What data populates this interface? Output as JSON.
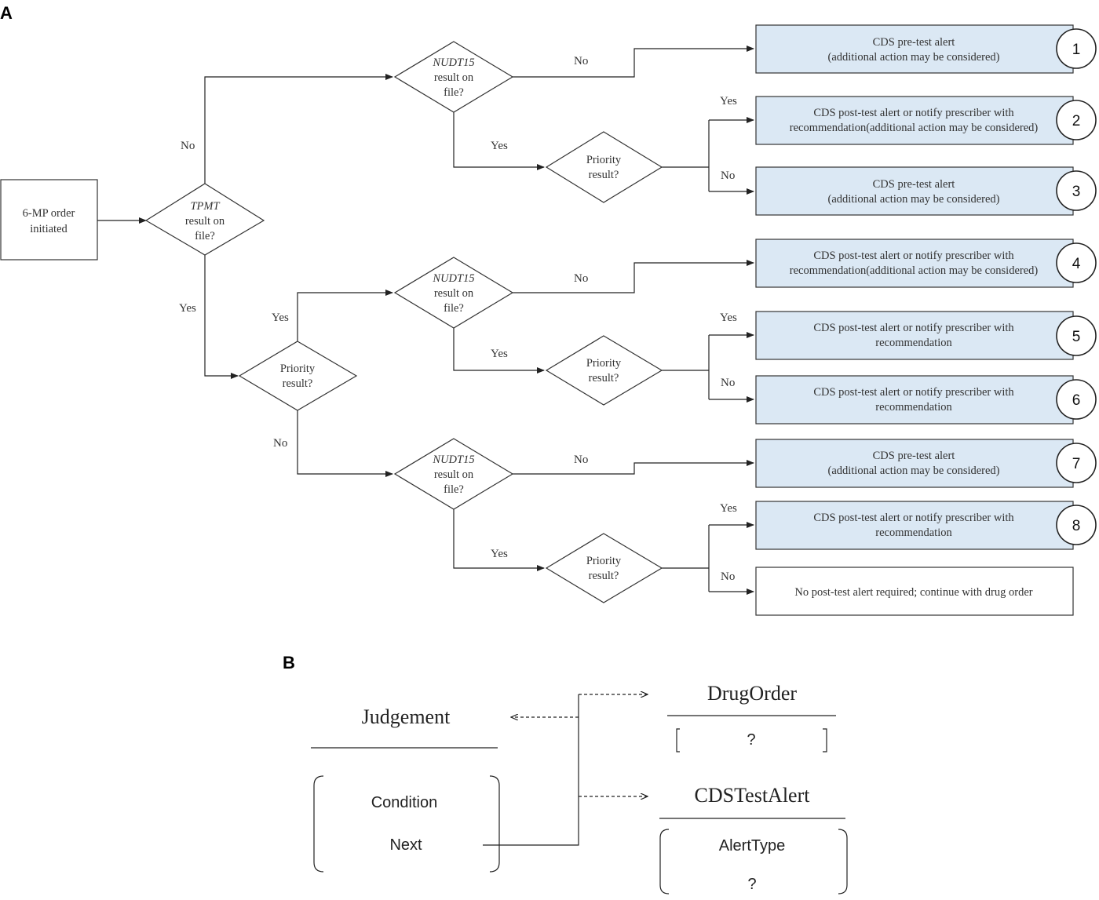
{
  "panel_a": {
    "label": "A",
    "start": {
      "line1": "6-MP order",
      "line2": "initiated"
    },
    "decisions": {
      "tpmt": {
        "italic": "TPMT",
        "line2": "result on",
        "line3": "file?"
      },
      "nudt15_1": {
        "italic": "NUDT15",
        "line2": "result on",
        "line3": "file?"
      },
      "nudt15_2": {
        "italic": "NUDT15",
        "line2": "result on",
        "line3": "file?"
      },
      "nudt15_3": {
        "italic": "NUDT15",
        "line2": "result on",
        "line3": "file?"
      },
      "priority_tpmt": {
        "line1": "Priority",
        "line2": "result?"
      },
      "priority_1": {
        "line1": "Priority",
        "line2": "result?"
      },
      "priority_2": {
        "line1": "Priority",
        "line2": "result?"
      },
      "priority_3": {
        "line1": "Priority",
        "line2": "result?"
      }
    },
    "edge_labels": {
      "tpmt_no": "No",
      "tpmt_yes": "Yes",
      "n1_no": "No",
      "n1_yes": "Yes",
      "p1_yes": "Yes",
      "p1_no": "No",
      "pt_yes": "Yes",
      "pt_no": "No",
      "n2_no": "No",
      "n2_yes": "Yes",
      "p2_yes": "Yes",
      "p2_no": "No",
      "n3_no": "No",
      "n3_yes": "Yes",
      "p3_yes": "Yes",
      "p3_no": "No"
    },
    "outcomes": [
      {
        "number": "1",
        "line1": "CDS pre-test alert",
        "line2": "(additional action may be considered)"
      },
      {
        "number": "2",
        "line1": "CDS post-test alert or notify prescriber with",
        "line2": "recommendation(additional action may be considered)"
      },
      {
        "number": "3",
        "line1": "CDS pre-test alert",
        "line2": "(additional action may be considered)"
      },
      {
        "number": "4",
        "line1": "CDS post-test alert or notify prescriber with",
        "line2": "recommendation(additional action may be considered)"
      },
      {
        "number": "5",
        "line1": "CDS post-test alert or notify prescriber with",
        "line2": "recommendation"
      },
      {
        "number": "6",
        "line1": "CDS post-test alert or notify prescriber with",
        "line2": "recommendation"
      },
      {
        "number": "7",
        "line1": "CDS pre-test alert",
        "line2": "(additional action may be considered)"
      },
      {
        "number": "8",
        "line1": "CDS post-test alert or notify prescriber with",
        "line2": "recommendation"
      }
    ],
    "final_outcome": "No post-test alert required; continue with drug order",
    "colors": {
      "alert_fill": "#dbe8f4",
      "plain_fill": "#ffffff",
      "stroke": "#333333"
    }
  },
  "panel_b": {
    "label": "B",
    "judgement": {
      "title": "Judgement",
      "fields": [
        "Condition",
        "Next"
      ]
    },
    "drug_order": {
      "title": "DrugOrder",
      "fields": [
        "?"
      ]
    },
    "cds_test_alert": {
      "title": "CDSTestAlert",
      "fields": [
        "AlertType",
        "?"
      ]
    }
  }
}
